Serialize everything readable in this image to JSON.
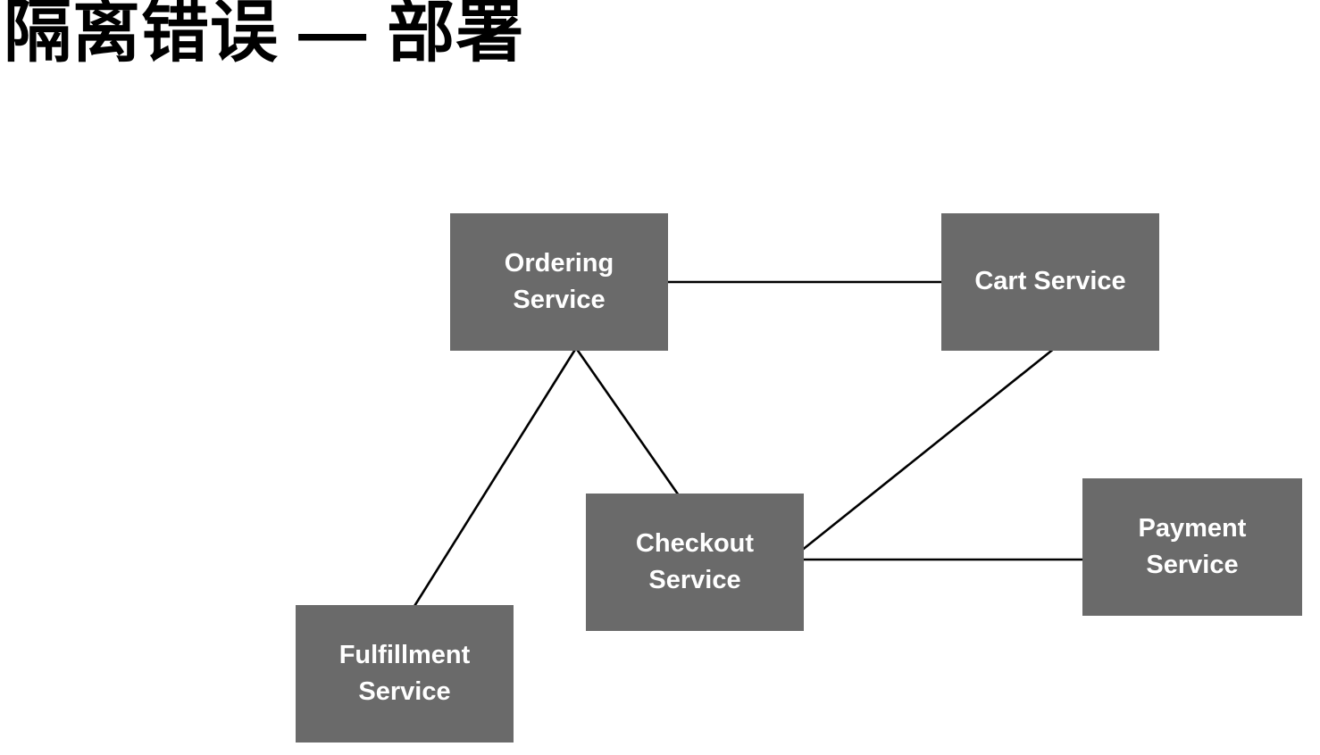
{
  "title": "隔离错误 — 部署",
  "colors": {
    "background": "#ffffff",
    "title_text": "#000000",
    "node_fill": "#6a6a6a",
    "node_text": "#ffffff",
    "edge": "#000000"
  },
  "diagram": {
    "nodes": [
      {
        "id": "ordering",
        "label": "Ordering\nService"
      },
      {
        "id": "cart",
        "label": "Cart Service"
      },
      {
        "id": "checkout",
        "label": "Checkout\nService"
      },
      {
        "id": "fulfillment",
        "label": "Fulfillment\nService"
      },
      {
        "id": "payment",
        "label": "Payment\nService"
      }
    ],
    "edges": [
      {
        "from": "ordering",
        "to": "cart"
      },
      {
        "from": "ordering",
        "to": "checkout"
      },
      {
        "from": "ordering",
        "to": "fulfillment"
      },
      {
        "from": "checkout",
        "to": "cart"
      },
      {
        "from": "checkout",
        "to": "payment"
      }
    ]
  }
}
